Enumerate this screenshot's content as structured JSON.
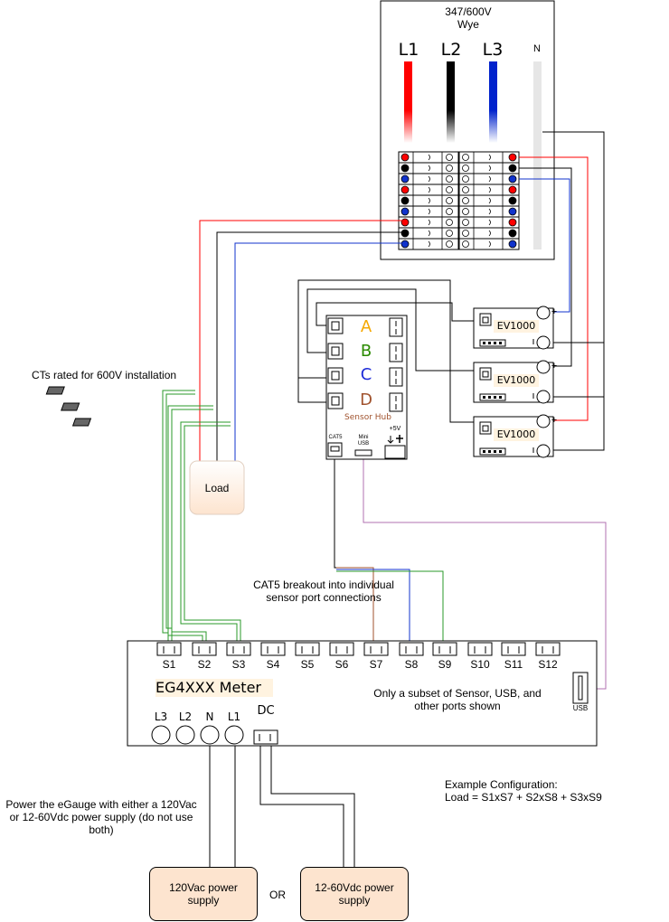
{
  "panel": {
    "title_line1": "347/600V",
    "title_line2": "Wye",
    "phases": [
      {
        "label": "L1",
        "color": "#ff0000"
      },
      {
        "label": "L2",
        "color": "#000000"
      },
      {
        "label": "L3",
        "color": "#0022cc"
      },
      {
        "label": "N",
        "color": "#dddddd"
      }
    ]
  },
  "labels": {
    "cts_note": "CTs rated for 600V installation",
    "load": "Load",
    "cat5_note": "CAT5 breakout into individual sensor port connections",
    "subset_note": "Only a subset of Sensor, USB, and other ports shown",
    "example_config_line1": "Example Configuration:",
    "example_config_line2": "Load = S1xS7 + S2xS8 + S3xS9",
    "power_note": "Power the eGauge with either a 120Vac or 12-60Vdc power supply (do not use both)",
    "or": "OR"
  },
  "sensor_hub": {
    "title": "Sensor Hub",
    "ports": [
      {
        "label": "A",
        "color": "#f5a800"
      },
      {
        "label": "B",
        "color": "#2a8a00"
      },
      {
        "label": "C",
        "color": "#1d2bd8"
      },
      {
        "label": "D",
        "color": "#a0522d"
      }
    ],
    "cat5_label": "CAT5",
    "mini_usb_label": "Mini USB",
    "plus5v_label": "+5V"
  },
  "ev_modules": [
    {
      "label": "EV1000",
      "plus": "+"
    },
    {
      "label": "EV1000",
      "plus": "+"
    },
    {
      "label": "EV1000",
      "plus": "+"
    }
  ],
  "meter": {
    "name": "EG4XXX Meter",
    "sensor_ports": [
      "S1",
      "S2",
      "S3",
      "S4",
      "S5",
      "S6",
      "S7",
      "S8",
      "S9",
      "S10",
      "S11",
      "S12"
    ],
    "voltage_inputs": [
      "L3",
      "L2",
      "N",
      "L1"
    ],
    "dc_label": "DC",
    "usb_label": "USB"
  },
  "power_supplies": {
    "ac": "120Vac power supply",
    "dc": "12-60Vdc power supply"
  },
  "colors": {
    "red": "#ff0000",
    "black": "#000000",
    "blue": "#1133cc",
    "green": "#2a9a2a",
    "brown": "#a0522d",
    "purple": "#b070b0",
    "peach": "#fde4cf",
    "peach_border": "#c8a58a"
  }
}
